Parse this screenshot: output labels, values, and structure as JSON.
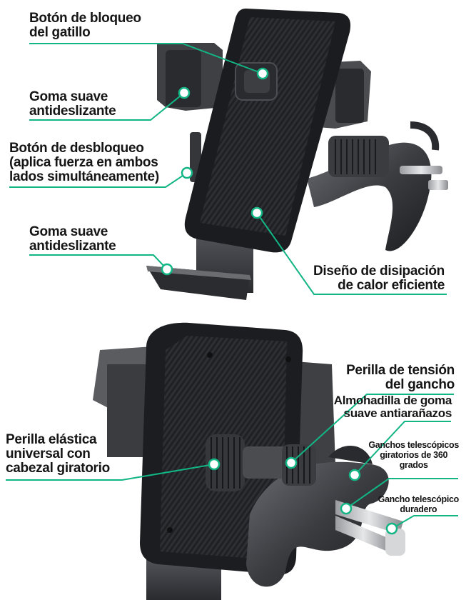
{
  "accent_color": "#12b584",
  "callouts": {
    "trigger_lock": [
      "Botón de bloqueo",
      "del gatillo"
    ],
    "rubber_top": [
      "Goma suave",
      "antideslizante"
    ],
    "release_button": [
      "Botón de desbloqueo",
      "(aplica fuerza en ambos",
      "lados simultáneamente)"
    ],
    "rubber_bottom": [
      "Goma suave",
      "antideslizante"
    ],
    "heat_dissipation": [
      "Diseño de disipación",
      "de calor eficiente"
    ],
    "tension_knob": [
      "Perilla de tensión",
      "del gancho"
    ],
    "anti_scratch_pad": [
      "Almohadilla de goma",
      "suave antiarañazos"
    ],
    "elastic_knob": [
      "Perilla elástica",
      "universal con",
      "cabezal giratorio"
    ],
    "telescopic_hooks": [
      "Ganchos telescópicos",
      "giratorios de 360",
      "grados"
    ],
    "durable_hook": [
      "Gancho telescópico",
      "duradero"
    ]
  }
}
